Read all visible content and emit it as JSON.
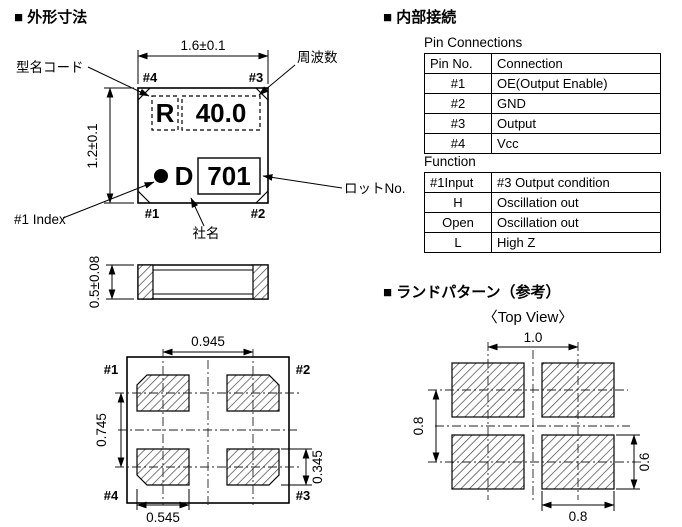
{
  "titles": {
    "outline": "■ 外形寸法",
    "internal": "■ 内部接続",
    "land": "■ ランドパターン（参考）",
    "top_view_label": "〈Top View〉"
  },
  "top_view": {
    "dim_width": "1.6±0.1",
    "dim_height": "1.2±0.1",
    "pin1": "#1",
    "pin2": "#2",
    "pin3": "#3",
    "pin4": "#4",
    "mark_model": "R",
    "mark_frequency": "40.0",
    "mark_company": "D",
    "mark_lot": "701",
    "label_model_code": "型名コード",
    "label_frequency": "周波数",
    "label_lot_no": "ロットNo.",
    "label_company": "社名",
    "label_index": "#1 Index"
  },
  "side_view": {
    "dim_height": "0.5±0.08"
  },
  "bottom_view": {
    "dim_pitch_x": "0.945",
    "dim_pitch_y": "0.745",
    "dim_pad_h": "0.345",
    "dim_pad_w": "0.545",
    "pin1": "#1",
    "pin2": "#2",
    "pin3": "#3",
    "pin4": "#4"
  },
  "pin_connections": {
    "title": "Pin Connections",
    "headers": [
      "Pin No.",
      "Connection"
    ],
    "rows": [
      [
        "#1",
        "OE(Output Enable)"
      ],
      [
        "#2",
        "GND"
      ],
      [
        "#3",
        "Output"
      ],
      [
        "#4",
        "Vcc"
      ]
    ]
  },
  "function_table": {
    "title": "Function",
    "headers": [
      "#1Input",
      "#3 Output condition"
    ],
    "rows": [
      [
        "H",
        "Oscillation out"
      ],
      [
        "Open",
        "Oscillation out"
      ],
      [
        "L",
        "High Z"
      ]
    ]
  },
  "land_pattern": {
    "dim_pitch_x": "1.0",
    "dim_pitch_y": "0.8",
    "dim_pad_h": "0.6",
    "dim_pad_w": "0.8"
  },
  "colors": {
    "line": "#000000",
    "hatch": "#444444",
    "background": "#ffffff"
  }
}
